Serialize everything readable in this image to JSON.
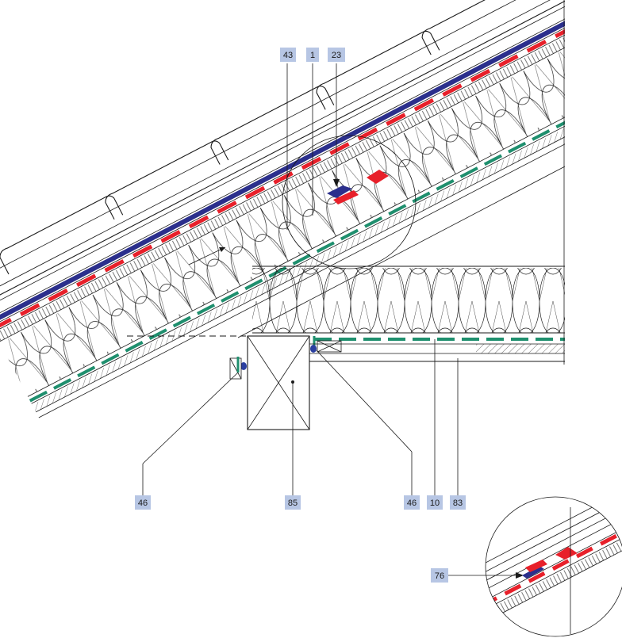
{
  "diagram": {
    "labels": {
      "l43": "43",
      "l1": "1",
      "l23": "23",
      "l46a": "46",
      "l85": "85",
      "l46b": "46",
      "l10": "10",
      "l83": "83",
      "l76": "76"
    },
    "colors": {
      "label_bg": "#b7c6e4",
      "membrane_red": "#e8202a",
      "membrane_blue": "#2b2f8c",
      "vapour_green": "#1f8f6e",
      "seal_blue": "#2b3fa0",
      "line": "#1a1a1a"
    }
  }
}
